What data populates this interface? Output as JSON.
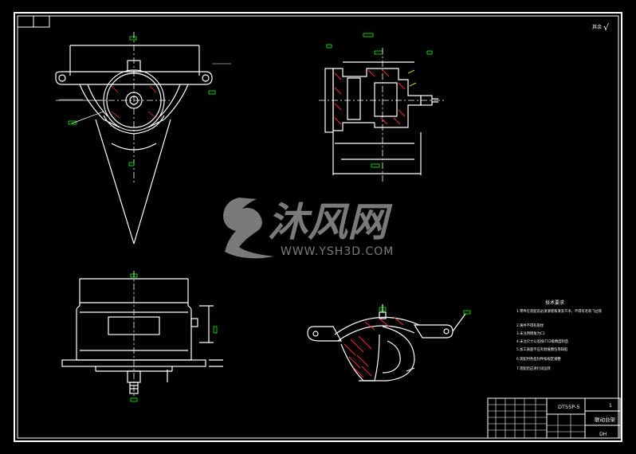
{
  "title_block": {
    "drawing_number": "DT55P-5",
    "part_name": "联动台架",
    "material": "DH",
    "sheet_count": "1"
  },
  "roughness_note": {
    "text": "其余",
    "symbol": "√"
  },
  "technical_requirements": {
    "heading": "技术要求",
    "items": [
      "1.零件在装配前必须清理和清洗干净，不得有毛刺飞边等",
      "2.铸件不得有裂纹",
      "3.未注明倒角为C1",
      "4.未注尺寸公差按IT12级精度制造",
      "5.加工表面不应有划痕擦伤等缺陷",
      "6.装配时各密封件按规定调整",
      "7.装配后应进行试运转"
    ]
  },
  "watermark": {
    "brand": "沐风网",
    "url": "WWW.YSH3D.COM"
  },
  "colors": {
    "background": "#000000",
    "lines": "#ffffff",
    "callouts": "#00ff00",
    "hatch": "#ff3030",
    "labels": "#ffff00",
    "watermark": "#7a7a7a"
  }
}
